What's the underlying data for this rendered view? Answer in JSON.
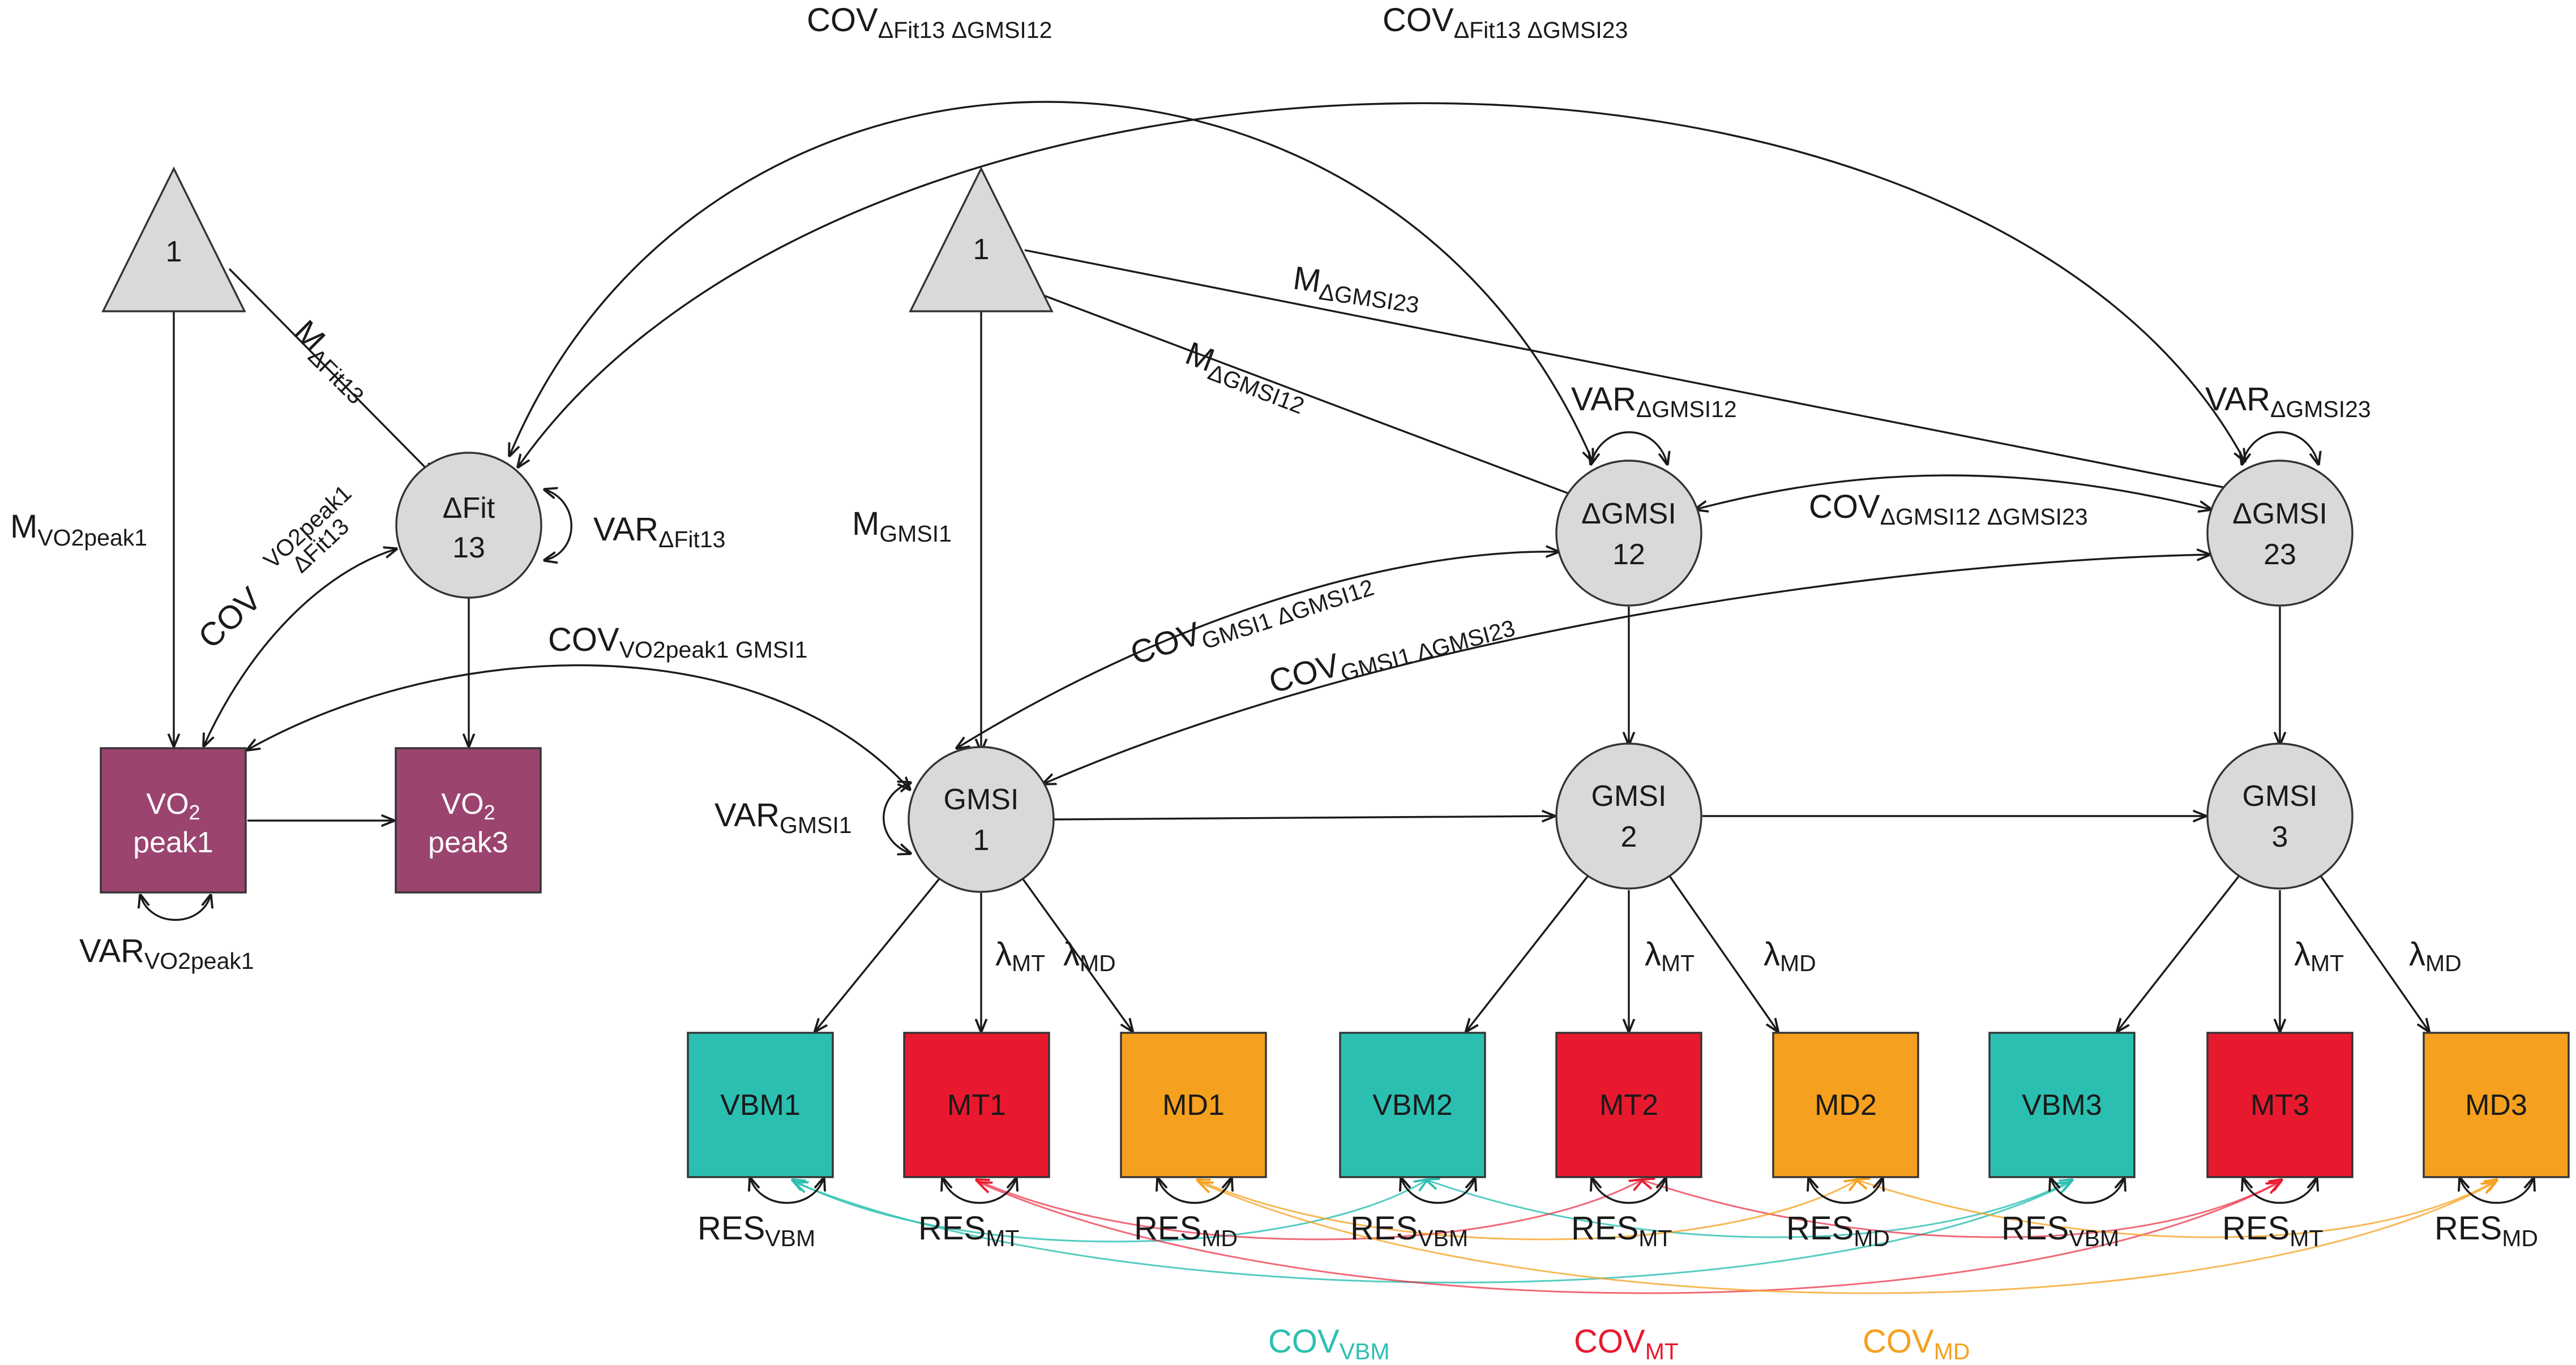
{
  "colors": {
    "node_fill": "#d9d9d9",
    "vo2": "#9b4470",
    "vbm": "#2bbfb1",
    "mt": "#e8192f",
    "md": "#f5a01e",
    "line": "#1a1a1a",
    "box_text": "#222222",
    "vo2_text": "#ffffff"
  },
  "nodes": {
    "tri_left": "1",
    "tri_mid": "1",
    "dfit13": [
      "ΔFit",
      "13"
    ],
    "dgmsi12": [
      "ΔGMSI",
      "12"
    ],
    "dgmsi23": [
      "ΔGMSI",
      "23"
    ],
    "gmsi1": [
      "GMSI",
      "1"
    ],
    "gmsi2": [
      "GMSI",
      "2"
    ],
    "gmsi3": [
      "GMSI",
      "3"
    ],
    "vo2peak1": [
      "VO2",
      "peak1"
    ],
    "vo2peak3": [
      "VO2",
      "peak3"
    ],
    "vbm1": "VBM1",
    "mt1": "MT1",
    "md1": "MD1",
    "vbm2": "VBM2",
    "mt2": "MT2",
    "md2": "MD2",
    "vbm3": "VBM3",
    "mt3": "MT3",
    "md3": "MD3"
  },
  "labels": {
    "cov_dfit13_dgmsi12": [
      "COV",
      "ΔFit13 ΔGMSI12"
    ],
    "cov_dfit13_dgmsi23": [
      "COV",
      "ΔFit13 ΔGMSI23"
    ],
    "m_dfit13": [
      "M",
      "ΔFit13"
    ],
    "m_dgmsi12": [
      "M",
      "ΔGMSI12"
    ],
    "m_dgmsi23": [
      "M",
      "ΔGMSI23"
    ],
    "m_vo2peak1": [
      "M",
      "VO2peak1"
    ],
    "m_gmsi1": [
      "M",
      "GMSI1"
    ],
    "var_dfit13": [
      "VAR",
      "ΔFit13"
    ],
    "var_dgmsi12": [
      "VAR",
      "ΔGMSI12"
    ],
    "var_dgmsi23": [
      "VAR",
      "ΔGMSI23"
    ],
    "var_gmsi1": [
      "VAR",
      "GMSI1"
    ],
    "var_vo2peak1": [
      "VAR",
      "VO2peak1"
    ],
    "cov_vo2peak1_dfit13": [
      "COV",
      "VO2peak1",
      "ΔFit13"
    ],
    "cov_vo2peak1_gmsi1": [
      "COV",
      "VO2peak1 GMSI1"
    ],
    "cov_dgmsi12_dgmsi23": [
      "COV",
      "ΔGMSI12 ΔGMSI23"
    ],
    "cov_gmsi1_dgmsi12": [
      "COV",
      "GMSI1 ΔGMSI12"
    ],
    "cov_gmsi1_dgmsi23": [
      "COV",
      "GMSI1 ΔGMSI23"
    ],
    "lambda_mt": [
      "λ",
      "MT"
    ],
    "lambda_md": [
      "λ",
      "MD"
    ],
    "res_vbm": [
      "RES",
      "VBM"
    ],
    "res_mt": [
      "RES",
      "MT"
    ],
    "res_md": [
      "RES",
      "MD"
    ],
    "cov_vbm": [
      "COV",
      "VBM"
    ],
    "cov_mt": [
      "COV",
      "MT"
    ],
    "cov_md": [
      "COV",
      "MD"
    ]
  }
}
